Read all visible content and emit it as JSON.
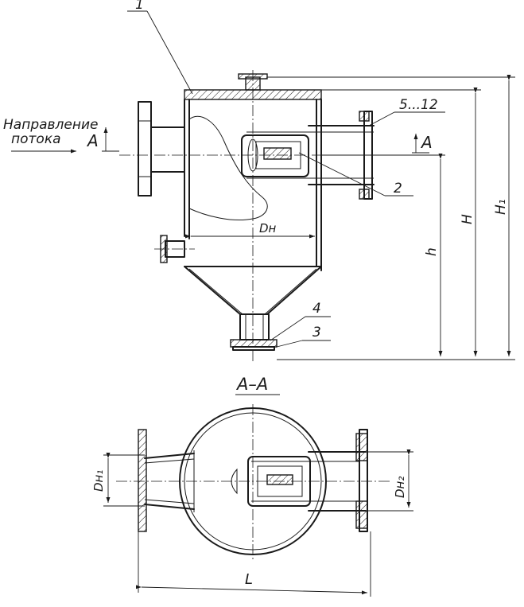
{
  "top_view": {
    "flow_label_line1": "Направление",
    "flow_label_line2": "потока",
    "section_mark_left": "A",
    "section_mark_right": "A",
    "callouts": [
      "1",
      "5...12",
      "2",
      "4",
      "3"
    ],
    "dim_diameter": "Dн",
    "dim_h": "h",
    "dim_H": "H",
    "dim_H1": "H₁"
  },
  "section_view": {
    "title": "A–A",
    "dim_dn1": "Dн₁",
    "dim_dn2": "Dн₂",
    "dim_L": "L"
  }
}
